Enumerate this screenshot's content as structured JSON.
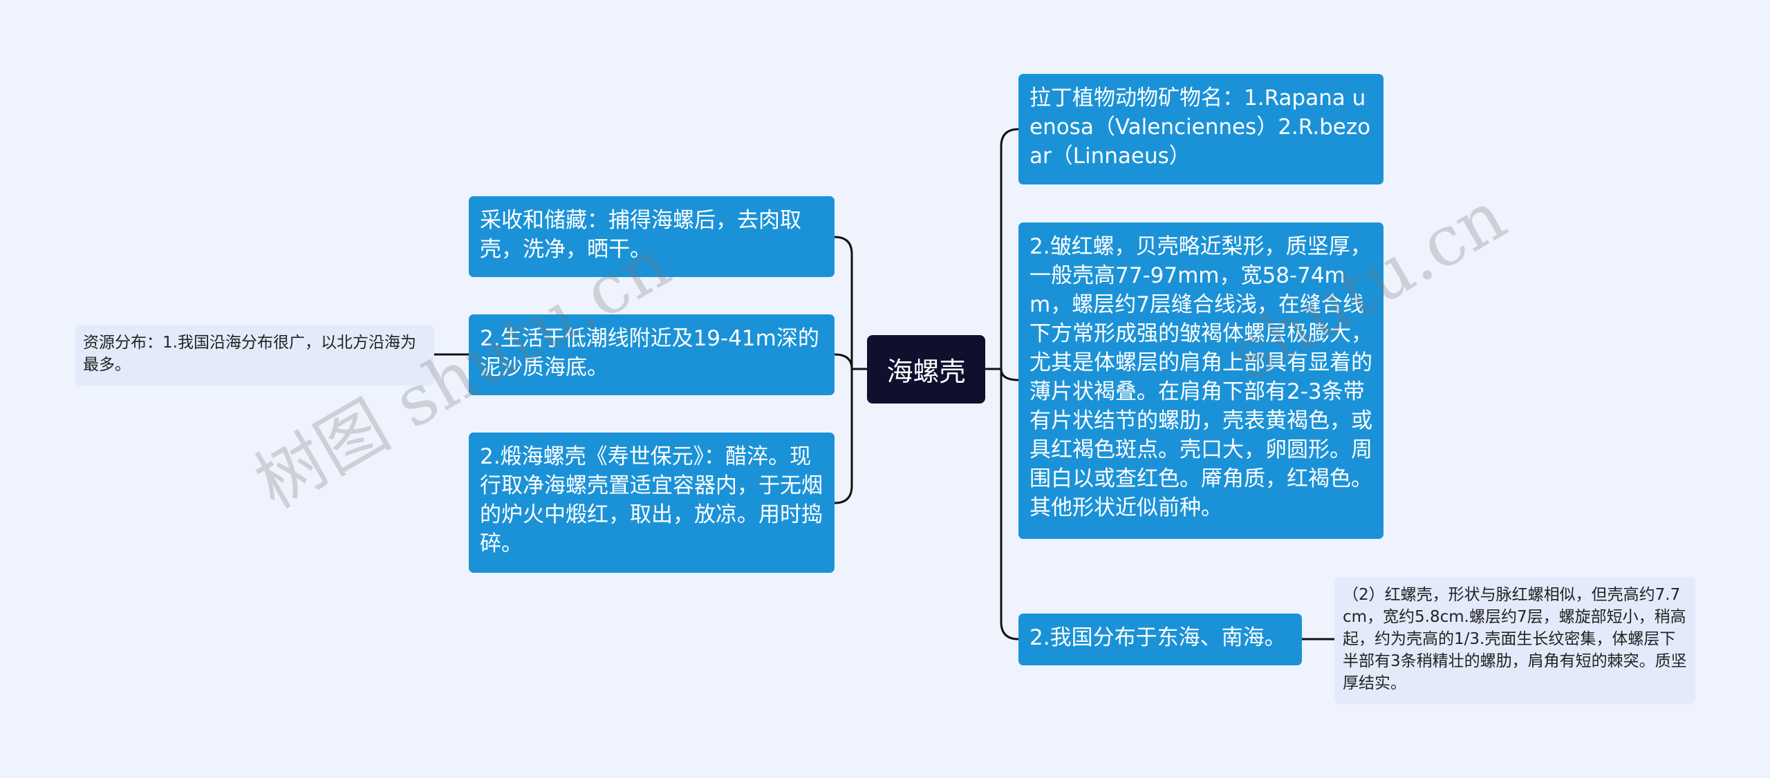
{
  "root": {
    "label": "海螺壳"
  },
  "left_nodes": [
    {
      "text": "采收和储藏：捕得海螺后，去肉取壳，洗净，晒干。"
    },
    {
      "text": "2.生活于低潮线附近及19-41m深的泥沙质海底。"
    },
    {
      "text": "2.煅海螺壳《寿世保元》：醋淬。现行取净海螺壳置适宜容器内，于无烟的炉火中煅红，取出，放凉。用时捣碎。"
    }
  ],
  "left_sub": {
    "text": "资源分布：1.我国沿海分布很广，以北方沿海为最多。"
  },
  "right_nodes": [
    {
      "text": "拉丁植物动物矿物名：1.Rapana uenosa（Valenciennes）2.R.bezoar（Linnaeus）"
    },
    {
      "text": "2.皱红螺，贝壳略近梨形，质坚厚，一般壳高77-97mm，宽58-74mm，螺层约7层缝合线浅，在缝合线下方常形成强的皱褐体螺层极膨大，尤其是体螺层的肩角上部具有显着的薄片状褐叠。在肩角下部有2-3条带有片状结节的螺肋，壳表黄褐色，或具红褐色斑点。壳口大，卵圆形。周围白以或查红色。厣角质，红褐色。其他形状近似前种。"
    },
    {
      "text": "2.我国分布于东海、南海。"
    }
  ],
  "right_sub": {
    "text": "（2）红螺壳，形状与脉红螺相似，但壳高约7.7cm，宽约5.8cm.螺层约7层，螺旋部短小，稍高起，约为壳高的1/3.壳面生长纹密集，体螺层下半部有3条稍精壮的螺肋，肩角有短的棘突。质坚厚结实。"
  },
  "watermarks": [
    "树图 shutu.cn",
    "shutu.cn"
  ],
  "colors": {
    "background": "#eef3fd",
    "node": "#1b92d7",
    "root": "#0f0f2e",
    "sub_node": "#e3ebfb",
    "connector": "#111111"
  }
}
